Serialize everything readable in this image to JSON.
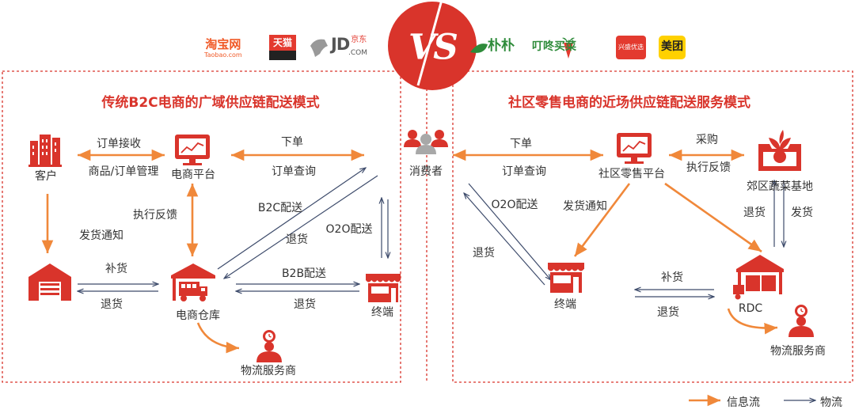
{
  "header": {
    "vs": "VS",
    "left_logos": {
      "taobao": "淘宝网",
      "taobao_en": "Taobao.com",
      "tmall": "天猫",
      "jd": "JD",
      "jd_com": ".COM",
      "jd_cn": "京东"
    },
    "right_logos": {
      "pupu": "朴朴",
      "dingdong": "叮咚买菜",
      "xingsheng": "兴盛优选",
      "meituan": "美团"
    }
  },
  "left_panel": {
    "title": "传统B2C电商的广域供应链配送模式",
    "nodes": {
      "customer": "客户",
      "platform": "电商平台",
      "warehouse": "电商仓库",
      "terminal": "终端",
      "logistics": "物流服务商"
    },
    "edges": {
      "order_receive": "订单接收",
      "goods_order_mgmt": "商品/订单管理",
      "place_order": "下单",
      "order_query": "订单查询",
      "exec_feedback": "执行反馈",
      "ship_notice": "发货通知",
      "b2c": "B2C配送",
      "return1": "退货",
      "o2o": "O2O配送",
      "restock": "补货",
      "return2": "退货",
      "b2b": "B2B配送",
      "return3": "退货"
    }
  },
  "center": {
    "consumer": "消费者"
  },
  "right_panel": {
    "title": "社区零售电商的近场供应链配送服务模式",
    "nodes": {
      "community_platform": "社区零售平台",
      "vegetable_base": "郊区蔬菜基地",
      "terminal": "终端",
      "rdc": "RDC",
      "logistics": "物流服务商"
    },
    "edges": {
      "place_order": "下单",
      "order_query": "订单查询",
      "purchase": "采购",
      "exec_feedback": "执行反馈",
      "o2o": "O2O配送",
      "return1": "退货",
      "ship_notice": "发货通知",
      "return2": "退货",
      "ship": "发货",
      "restock": "补货",
      "return3": "退货"
    }
  },
  "legend": {
    "info_flow": "信息流",
    "logistics_flow": "物流"
  },
  "colors": {
    "accent_red": "#d9342b",
    "info_orange": "#f0883a",
    "flow_navy": "#3d4b6b"
  }
}
